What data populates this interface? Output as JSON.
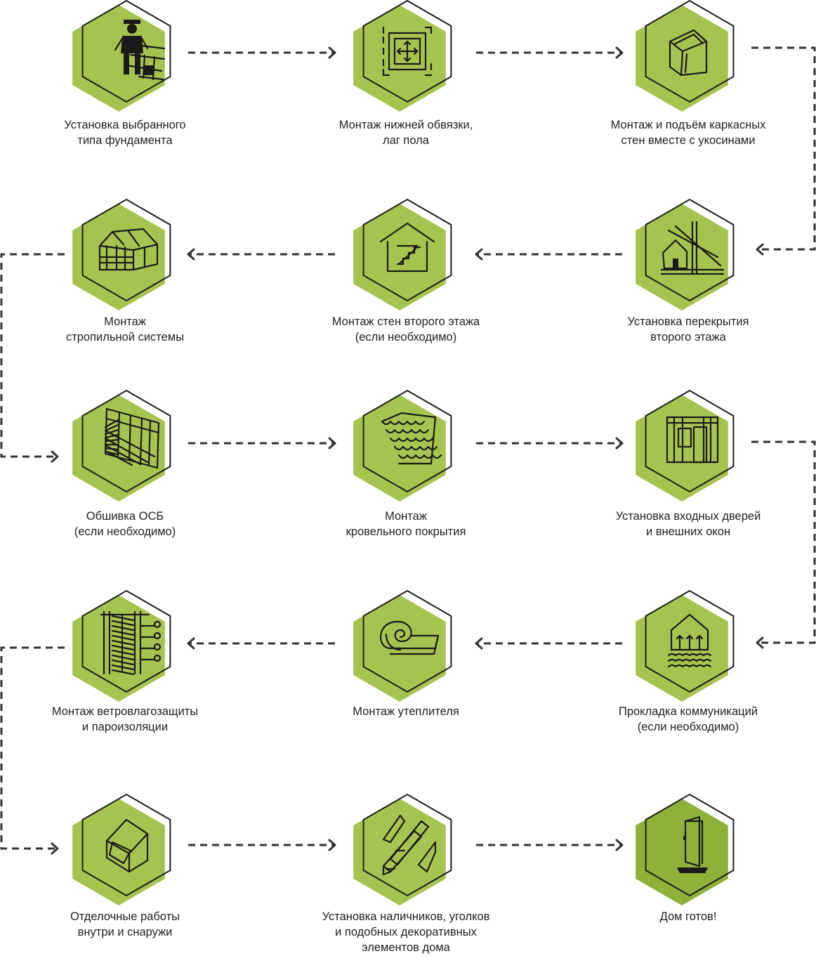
{
  "colors": {
    "hexagon": "#a7c34f",
    "hexagon_final": "#8fb039",
    "outline": "#1e1e1e",
    "line": "#333333",
    "text": "#222222"
  },
  "steps": [
    {
      "label": "Установка выбранного\nтипа фундамента",
      "icon": "worker-icon"
    },
    {
      "label": "Монтаж нижней обвязки,\nлаг пола",
      "icon": "floor-plan-icon"
    },
    {
      "label": "Монтаж и подъём каркасных\nстен вместе с укосинами",
      "icon": "wall-frame-icon"
    },
    {
      "label": "Установка перекрытия\nвторого этажа",
      "icon": "house-floor-icon"
    },
    {
      "label": "Монтаж стен второго этажа\n(если необходимо)",
      "icon": "stairs-house-icon"
    },
    {
      "label": "Монтаж\nстропильной системы",
      "icon": "roof-frame-icon"
    },
    {
      "label": "Обшивка ОСБ\n(если необходимо)",
      "icon": "osb-panel-icon"
    },
    {
      "label": "Монтаж\nкровельного покрытия",
      "icon": "roof-tile-icon"
    },
    {
      "label": "Установка входных дверей\nи внешних окон",
      "icon": "door-window-icon"
    },
    {
      "label": "Прокладка коммуникаций\n(если необходимо)",
      "icon": "utilities-icon"
    },
    {
      "label": "Монтаж утеплителя",
      "icon": "insulation-roll-icon"
    },
    {
      "label": "Монтаж ветровлагозащиты\nи пароизоляции",
      "icon": "membrane-icon"
    },
    {
      "label": "Отделочные работы\nвнутри и снаружи",
      "icon": "finishing-icon"
    },
    {
      "label": "Установка наличников, уголков\nи подобных декоративных\nэлементов дома",
      "icon": "trim-elements-icon"
    },
    {
      "label": "Дом готов!",
      "icon": "open-door-icon"
    }
  ]
}
